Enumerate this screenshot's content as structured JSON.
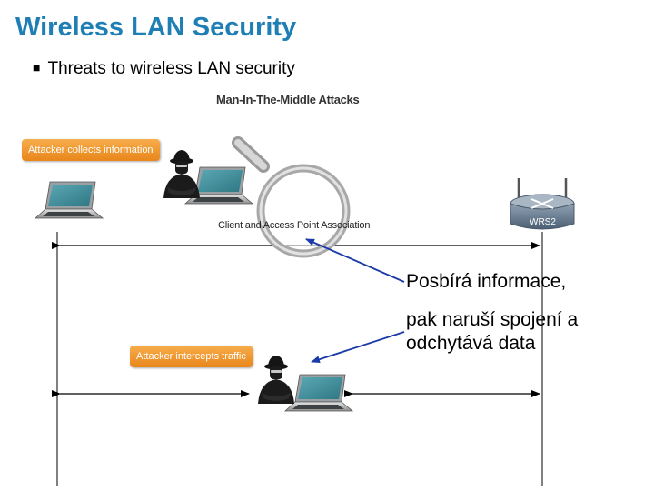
{
  "slide": {
    "title": "Wireless LAN Security",
    "bullet": "Threats to wireless LAN security"
  },
  "diagram": {
    "title": "Man-In-The-Middle Attacks",
    "callout_collect": "Attacker collects information",
    "association_label": "Client and Access Point Association",
    "callout_intercept": "Attacker intercepts traffic",
    "router_label": "WRS2"
  },
  "notes": {
    "line1": "Posbírá informace,",
    "line2": "pak naruší spojení a",
    "line3": "odchytává data"
  },
  "colors": {
    "title": "#1f7fb5",
    "callout": "#f0962a",
    "annotation_arrow": "#1a3aa8",
    "laptop_screen": "#3f8f9c"
  }
}
